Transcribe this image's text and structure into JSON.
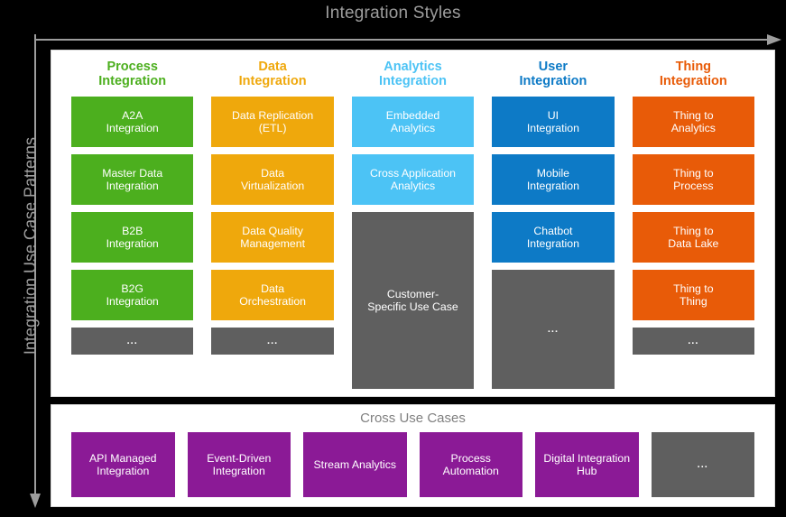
{
  "axes": {
    "top_title": "Integration Styles",
    "left_title": "Integration Use Case Patterns"
  },
  "colors": {
    "process": "#4CAF1E",
    "data": "#EFA80C",
    "analytics": "#4CC3F5",
    "user": "#0D7AC6",
    "thing": "#E85B08",
    "cross": "#8B1A96",
    "placeholder": "#5F5F5F",
    "background": "#000000",
    "panel": "#FFFFFF",
    "axis_label": "#9D9D9D"
  },
  "columns": [
    {
      "header": "Process\nIntegration",
      "color": "#4CAF1E",
      "cells": [
        {
          "label": "A2A\nIntegration",
          "kind": "item"
        },
        {
          "label": "Master Data\nIntegration",
          "kind": "item"
        },
        {
          "label": "B2B\nIntegration",
          "kind": "item"
        },
        {
          "label": "B2G\nIntegration",
          "kind": "item"
        },
        {
          "label": "...",
          "kind": "placeholder"
        }
      ]
    },
    {
      "header": "Data\nIntegration",
      "color": "#EFA80C",
      "cells": [
        {
          "label": "Data Replication\n(ETL)",
          "kind": "item"
        },
        {
          "label": "Data\nVirtualization",
          "kind": "item"
        },
        {
          "label": "Data Quality\nManagement",
          "kind": "item"
        },
        {
          "label": "Data\nOrchestration",
          "kind": "item"
        },
        {
          "label": "...",
          "kind": "placeholder"
        }
      ]
    },
    {
      "header": "Analytics\nIntegration",
      "color": "#4CC3F5",
      "cells": [
        {
          "label": "Embedded\nAnalytics",
          "kind": "item"
        },
        {
          "label": "Cross Application\nAnalytics",
          "kind": "item"
        },
        {
          "label": "Customer-\nSpecific Use Case",
          "kind": "placeholder-tall"
        }
      ]
    },
    {
      "header": "User\nIntegration",
      "color": "#0D7AC6",
      "cells": [
        {
          "label": "UI\nIntegration",
          "kind": "item"
        },
        {
          "label": "Mobile\nIntegration",
          "kind": "item"
        },
        {
          "label": "Chatbot\nIntegration",
          "kind": "item"
        },
        {
          "label": "...",
          "kind": "placeholder-tall"
        }
      ]
    },
    {
      "header": "Thing\nIntegration",
      "color": "#E85B08",
      "cells": [
        {
          "label": "Thing to\nAnalytics",
          "kind": "item"
        },
        {
          "label": "Thing to\nProcess",
          "kind": "item"
        },
        {
          "label": "Thing to\nData Lake",
          "kind": "item"
        },
        {
          "label": "Thing to\nThing",
          "kind": "item"
        },
        {
          "label": "...",
          "kind": "placeholder"
        }
      ]
    }
  ],
  "cross": {
    "title": "Cross Use Cases",
    "color": "#8B1A96",
    "cells": [
      {
        "label": "API Managed\nIntegration",
        "kind": "item"
      },
      {
        "label": "Event-Driven\nIntegration",
        "kind": "item"
      },
      {
        "label": "Stream Analytics",
        "kind": "item"
      },
      {
        "label": "Process\nAutomation",
        "kind": "item"
      },
      {
        "label": "Digital Integration\nHub",
        "kind": "item"
      },
      {
        "label": "...",
        "kind": "placeholder"
      }
    ]
  }
}
